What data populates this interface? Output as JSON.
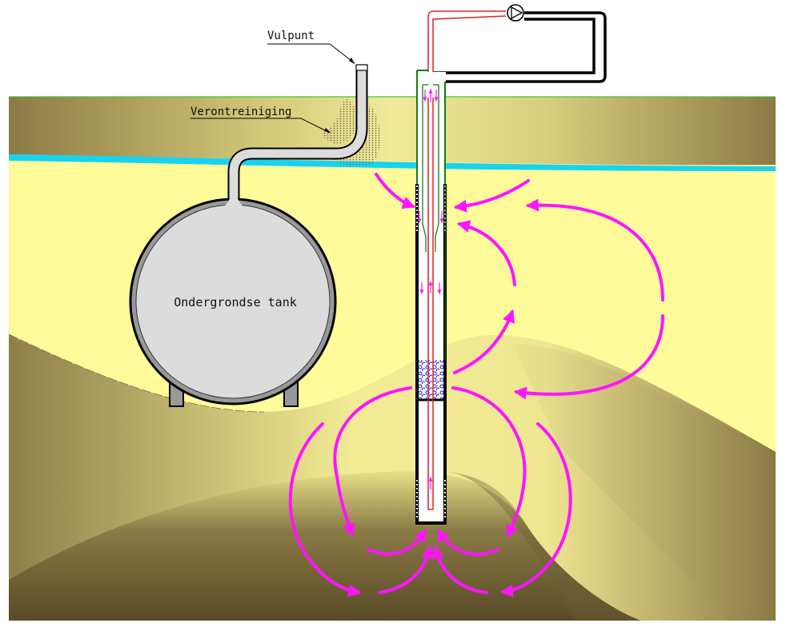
{
  "labels": {
    "fill_point": "Vulpunt",
    "contamination": "Verontreiniging",
    "tank": "Ondergrondse tank"
  },
  "colors": {
    "topsoil_dark": "#8c7a45",
    "topsoil_light": "#e6df8a",
    "sand": "#fffb9a",
    "clay_dark": "#5a4a28",
    "clay_light": "#d8cc78",
    "groundwater": "#19d2f0",
    "surface_line": "#33cc33",
    "flow_arrow": "#ff14ff",
    "riser_pipe": "#e02020",
    "casing_pipe": "#1a7a1a",
    "return_pipe": "#000000",
    "tank_fill": "#dcdcdc",
    "tank_shell": "#999999",
    "gravel_pack": "#1010c8"
  },
  "components": [
    {
      "id": "pump",
      "icon": "pump-icon"
    },
    {
      "id": "well",
      "icon": "well-casing"
    },
    {
      "id": "gravel",
      "icon": "gravel-pack"
    }
  ]
}
